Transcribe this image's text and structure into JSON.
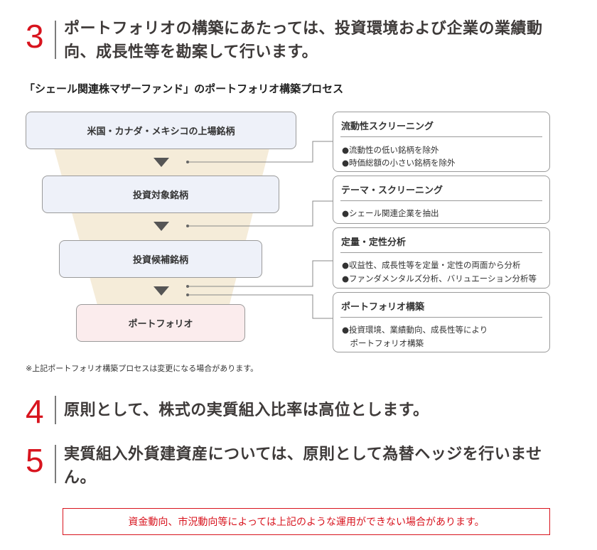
{
  "sections": [
    {
      "number": "3",
      "text": "ポートフォリオの構築にあたっては、投資環境および企業の業績動向、成長性等を勘案して行います。"
    },
    {
      "number": "4",
      "text": "原則として、株式の実質組入比率は高位とします。"
    },
    {
      "number": "5",
      "text": "実質組入外貨建資産については、原則として為替ヘッジを行いません。"
    }
  ],
  "process": {
    "title": "「シェール関連株マザーファンド」のポートフォリオ構築プロセス",
    "stages": [
      {
        "label": "米国・カナダ・メキシコの上場銘柄"
      },
      {
        "label": "投資対象銘柄"
      },
      {
        "label": "投資候補銘柄"
      },
      {
        "label": "ポートフォリオ"
      }
    ],
    "panels": [
      {
        "title": "流動性スクリーニング",
        "bullets": [
          "●流動性の低い銘柄を除外",
          "●時価総額の小さい銘柄を除外"
        ]
      },
      {
        "title": "テーマ・スクリーニング",
        "bullets": [
          "●シェール関連企業を抽出"
        ]
      },
      {
        "title": "定量・定性分析",
        "bullets": [
          "●収益性、成長性等を定量・定性の両面から分析",
          "●ファンダメンタルズ分析、バリュエーション分析等"
        ]
      },
      {
        "title": "ポートフォリオ構築",
        "bullets": [
          "●投資環境、業績動向、成長性等により",
          "　ポートフォリオ構築"
        ]
      }
    ],
    "note": "※上記ポートフォリオ構築プロセスは変更になる場合があります。"
  },
  "warning": "資金動向、市況動向等によっては上記のような運用ができない場合があります。",
  "colors": {
    "accent": "#d8141e",
    "stage_fill": "#eef1f9",
    "final_fill": "#fbeced",
    "funnel": "#f5ecd9"
  }
}
